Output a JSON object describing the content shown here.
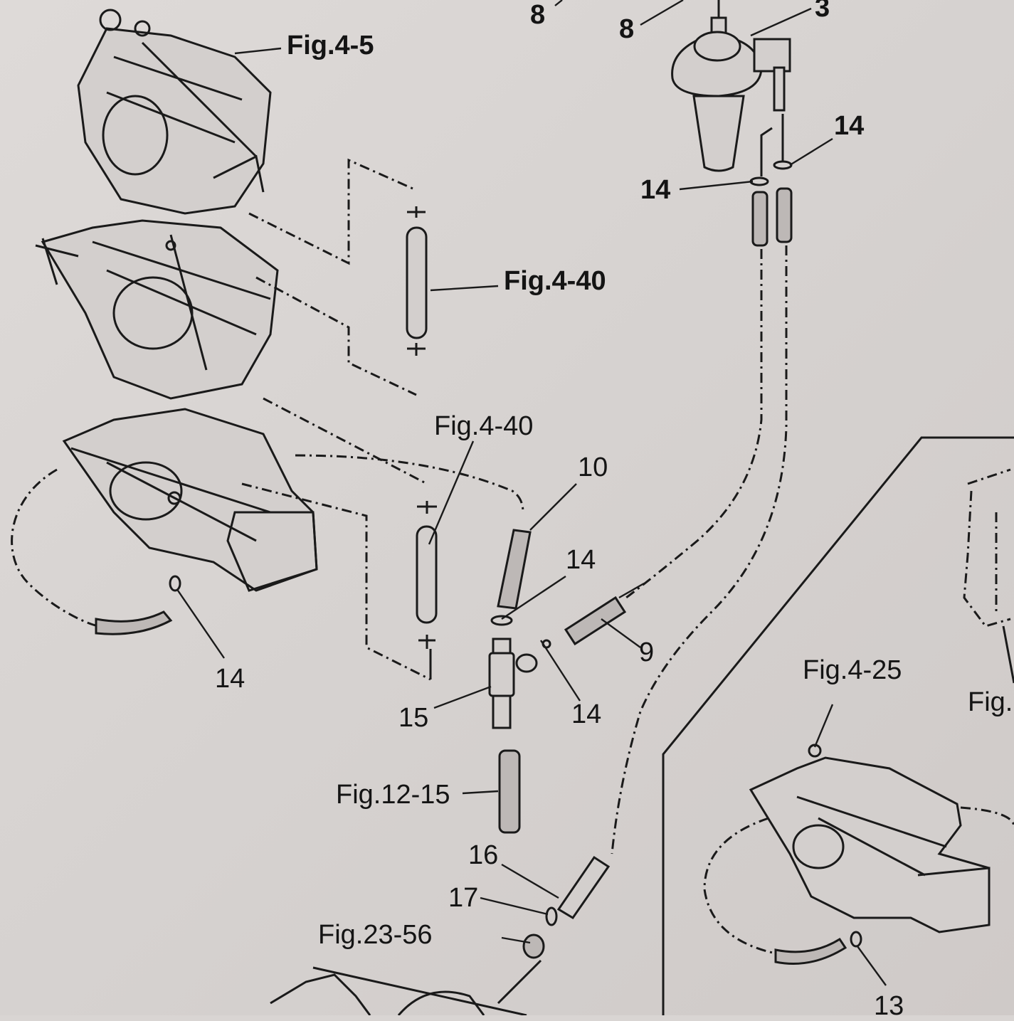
{
  "diagram": {
    "title": "Fuel system exploded parts diagram",
    "colors": {
      "ink": "#1a1a1a",
      "paper": "#d9d5d3"
    },
    "figure_refs": [
      {
        "id": "fig-4-5",
        "text": "Fig.4-5"
      },
      {
        "id": "fig-4-40-upper",
        "text": "Fig.4-40"
      },
      {
        "id": "fig-4-40-lower",
        "text": "Fig.4-40"
      },
      {
        "id": "fig-12-15",
        "text": "Fig.12-15"
      },
      {
        "id": "fig-23-56",
        "text": "Fig.23-56"
      },
      {
        "id": "fig-4-25",
        "text": "Fig.4-25"
      },
      {
        "id": "fig-cut",
        "text": "Fig."
      }
    ],
    "part_numbers": [
      {
        "id": "p8a",
        "text": "8"
      },
      {
        "id": "p8b",
        "text": "8"
      },
      {
        "id": "p3",
        "text": "3"
      },
      {
        "id": "p14-filter-right",
        "text": "14"
      },
      {
        "id": "p14-filter-left",
        "text": "14"
      },
      {
        "id": "p10",
        "text": "10"
      },
      {
        "id": "p14-mid",
        "text": "14"
      },
      {
        "id": "p9",
        "text": "9"
      },
      {
        "id": "p14-tee",
        "text": "14"
      },
      {
        "id": "p15",
        "text": "15"
      },
      {
        "id": "p14-carb",
        "text": "14"
      },
      {
        "id": "p16",
        "text": "16"
      },
      {
        "id": "p17",
        "text": "17"
      },
      {
        "id": "p13",
        "text": "13"
      }
    ]
  }
}
